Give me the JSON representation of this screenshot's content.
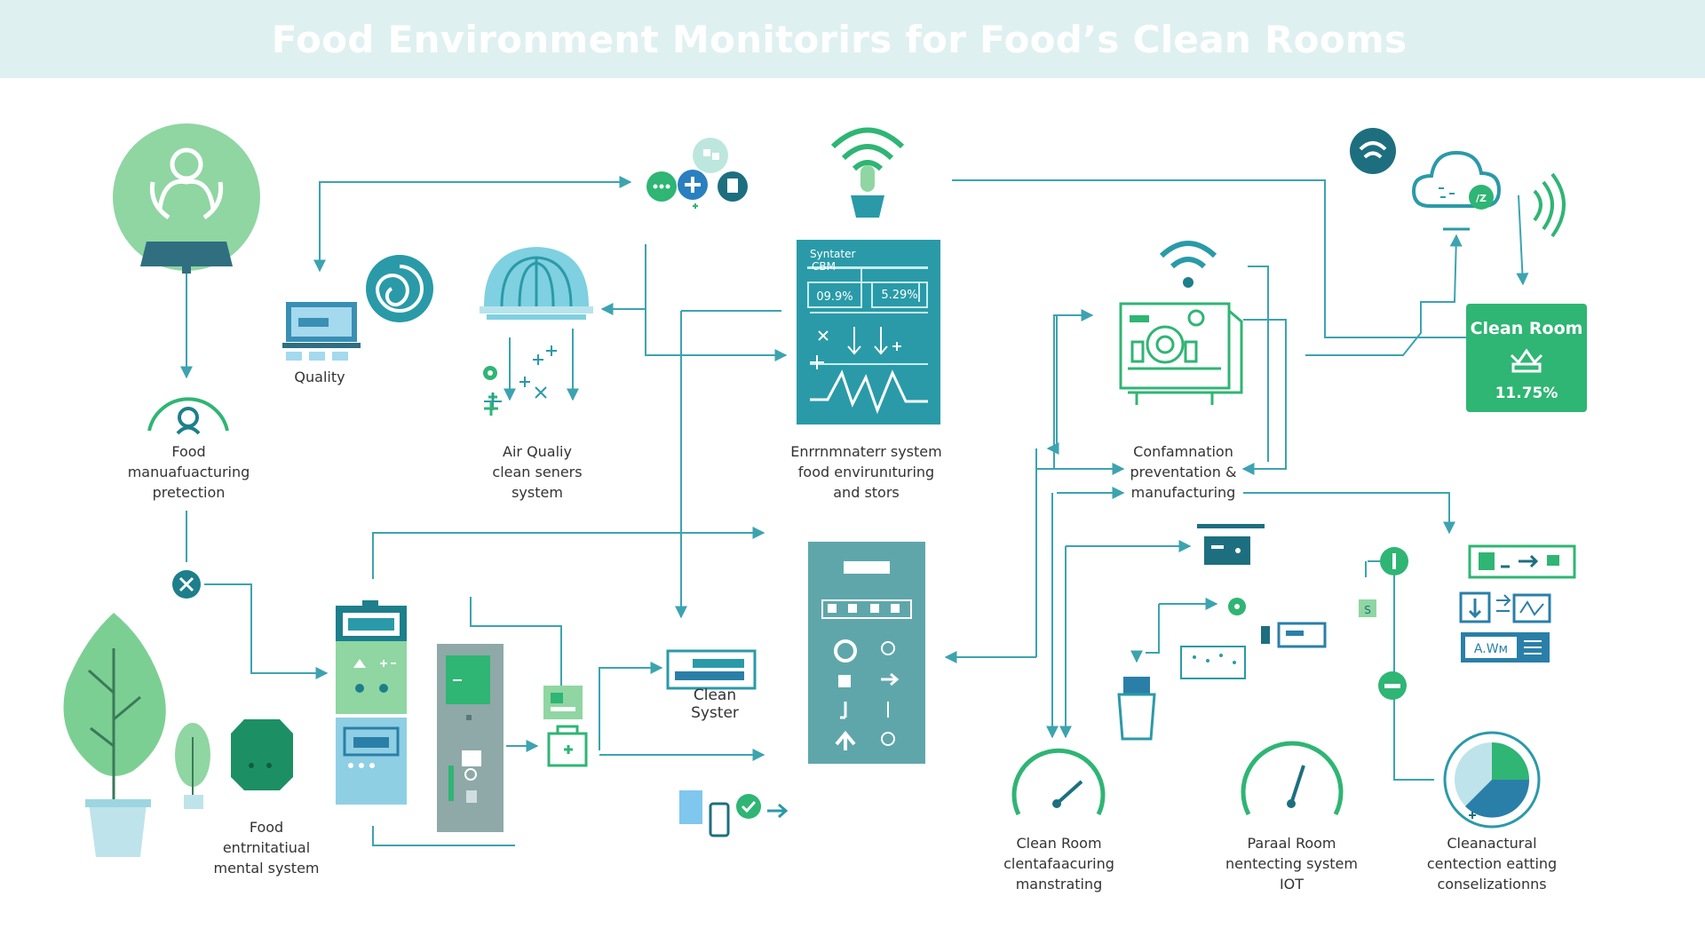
{
  "header": {
    "title": "Food Environment Monitorirs for Food’s Clean Rooms"
  },
  "colors": {
    "green": "#2fb574",
    "teal": "#2a9aa8",
    "dark_teal": "#1d7f8b",
    "light_green": "#8fd6a2",
    "line": "#3da3b0",
    "header_bg": "#dff0f1"
  },
  "nodes": {
    "quality": {
      "label": "Quality",
      "icon": "laptop-icon"
    },
    "food_protection": {
      "label": "Food\nmanuafuacturing\npretection",
      "icon": "worker-icon"
    },
    "air_quality": {
      "label": "Air Qualiy\nclean seners\nsystem",
      "icon": "air-dome-icon"
    },
    "environment_system": {
      "label": "Enrrnmnaterr system\nfood envirunıturing\nand stors",
      "icon": "dashboard-panel-icon"
    },
    "contamination": {
      "label": "Confamnation\npreventation &\nmanufacturing",
      "icon": "machine-icon"
    },
    "clean_system": {
      "label": "Clean\nSyster",
      "icon": "server-icon"
    },
    "food_env": {
      "label": "Food\nentrnitatiual\nmental system",
      "icon": "tree-icon"
    },
    "gauge_1": {
      "label": "Clean Room\nclentafaacuring\nmanstrating",
      "icon": "gauge-icon"
    },
    "gauge_2": {
      "label": "Paraal Room\nnentecting system\nIOT",
      "icon": "gauge-icon"
    },
    "pie": {
      "label": "Cleanactural\ncentection eatting\nconselizationns",
      "icon": "pie-chart-icon"
    }
  },
  "dashboard": {
    "title_line1": "Syntater",
    "title_line2": "CBM",
    "value_1": "09.9%",
    "value_2": "5.29%"
  },
  "clean_room_card": {
    "title": "Clean Room",
    "value": "11.75%"
  },
  "misc": {
    "small_s": "S",
    "cloud_tag": "/Z",
    "wave_label": "A.Wᴍ"
  }
}
